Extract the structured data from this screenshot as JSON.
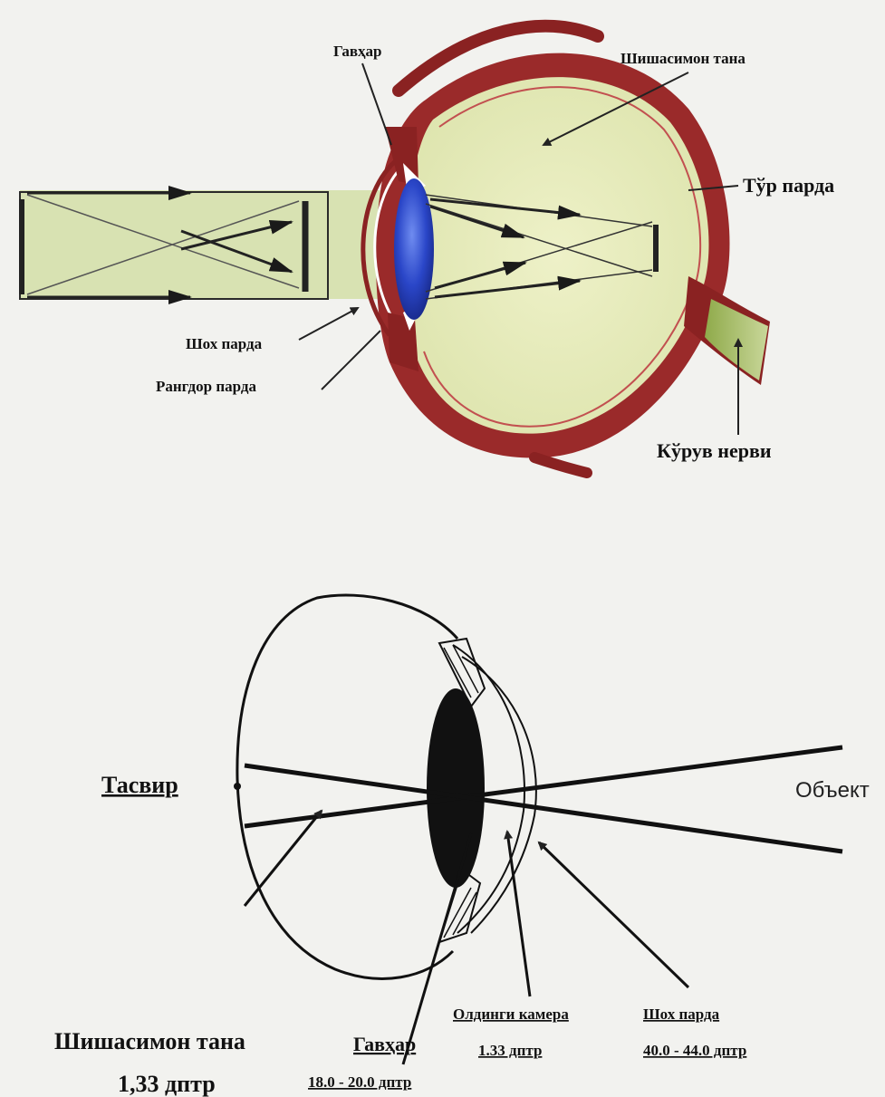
{
  "figure1": {
    "labels": {
      "lens": "Гавҳар",
      "vitreous": "Шишасимон тана",
      "retina": "Тўр парда",
      "cornea": "Шох парда",
      "iris": "Рангдор парда",
      "optic_nerve": "Кўрув нерви"
    },
    "colors": {
      "sclera": "#9a2a2a",
      "vitreous": "#e4e9b8",
      "lens": "#2a46c8",
      "light_beam": "#d8e2b2"
    }
  },
  "figure2": {
    "labels": {
      "image": "Тасвир",
      "object": "Объект",
      "vitreous": "Шишасимон тана",
      "vitreous_value": "1,33 дптр",
      "lens": "Гавҳар",
      "lens_value": "18.0 - 20.0 дптр",
      "anterior_chamber": "Олдинги камера",
      "anterior_chamber_value": "1.33 дптр",
      "cornea": "Шох парда",
      "cornea_value": "40.0 - 44.0 дптр"
    }
  }
}
